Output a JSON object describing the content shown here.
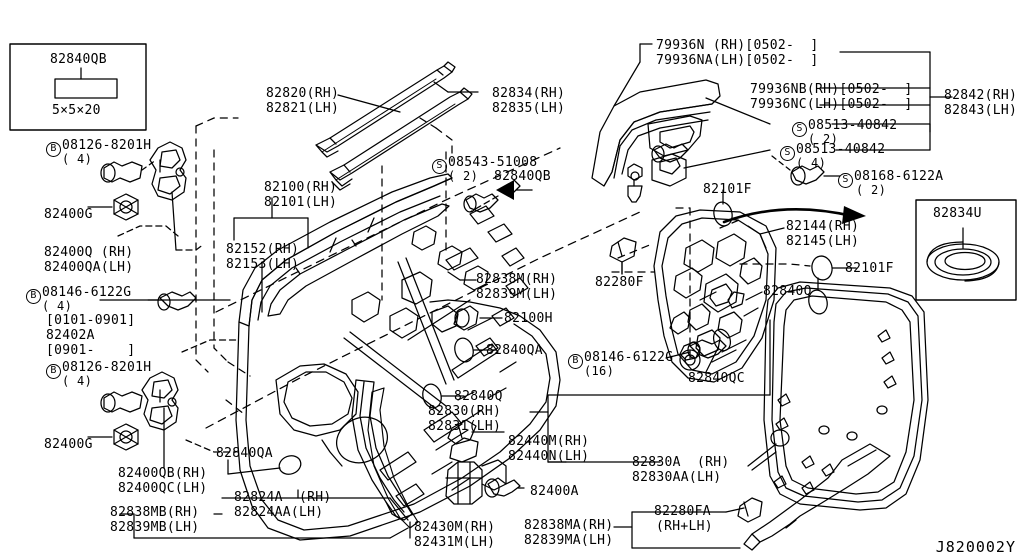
{
  "diagram": {
    "title": "Nissan rear door panel and weatherstrip parts diagram",
    "watermark": "J820002Y",
    "ink": "#000000",
    "background": "#ffffff"
  },
  "inset_boxes": [
    {
      "name": "bolt-spec-box",
      "part": "82840QB",
      "spec": "5×5×20"
    },
    {
      "name": "grommet-box",
      "part": "82834U"
    }
  ],
  "callouts": [
    {
      "id": "c01",
      "prefix": "B",
      "text": "08126-8201H",
      "qty": "( 4)"
    },
    {
      "id": "c02",
      "text": "82400G"
    },
    {
      "id": "c03",
      "text": "82400Q (RH)"
    },
    {
      "id": "c04",
      "text": "82400QA(LH)"
    },
    {
      "id": "c05",
      "prefix": "B",
      "text": "08146-6122G",
      "qty": "( 4)"
    },
    {
      "id": "c06",
      "text": "[0101-0901]"
    },
    {
      "id": "c07",
      "text": "82402A"
    },
    {
      "id": "c08",
      "text": "[0901-    ]"
    },
    {
      "id": "c09",
      "prefix": "B",
      "text": "08126-8201H",
      "qty": "( 4)"
    },
    {
      "id": "c10",
      "text": "82400G"
    },
    {
      "id": "c11",
      "text": "82400QB(RH)"
    },
    {
      "id": "c12",
      "text": "82400QC(LH)"
    },
    {
      "id": "c13",
      "text": "82838MB(RH)"
    },
    {
      "id": "c14",
      "text": "82839MB(LH)"
    },
    {
      "id": "c15",
      "text": "82820(RH)"
    },
    {
      "id": "c16",
      "text": "82821(LH)"
    },
    {
      "id": "c17",
      "text": "82100(RH)"
    },
    {
      "id": "c18",
      "text": "82101(LH)"
    },
    {
      "id": "c19",
      "text": "82152(RH)"
    },
    {
      "id": "c20",
      "text": "82153(LH)"
    },
    {
      "id": "c21",
      "text": "82834(RH)"
    },
    {
      "id": "c22",
      "text": "82835(LH)"
    },
    {
      "id": "c23",
      "prefix": "S",
      "text": "08543-51008",
      "qty": "( 2)"
    },
    {
      "id": "c24",
      "text": "82840QB"
    },
    {
      "id": "c25",
      "text": "82838M(RH)"
    },
    {
      "id": "c26",
      "text": "82839M(LH)"
    },
    {
      "id": "c27",
      "text": "82100H"
    },
    {
      "id": "c28",
      "text": "82840QA"
    },
    {
      "id": "c29",
      "text": "82840Q"
    },
    {
      "id": "c30",
      "text": "82840QA"
    },
    {
      "id": "c31",
      "text": "82824A  (RH)"
    },
    {
      "id": "c32",
      "text": "82824AA(LH)"
    },
    {
      "id": "c33",
      "text": "82430M(RH)"
    },
    {
      "id": "c34",
      "text": "82431M(LH)"
    },
    {
      "id": "c35",
      "text": "82440M(RH)"
    },
    {
      "id": "c36",
      "text": "82440N(LH)"
    },
    {
      "id": "c37",
      "text": "82400A"
    },
    {
      "id": "c38",
      "text": "82838MA(RH)"
    },
    {
      "id": "c39",
      "text": "82839MA(LH)"
    },
    {
      "id": "c40",
      "text": "82830(RH)"
    },
    {
      "id": "c41",
      "text": "82831(LH)"
    },
    {
      "id": "c42",
      "text": "82830A  (RH)"
    },
    {
      "id": "c43",
      "text": "82830AA(LH)"
    },
    {
      "id": "c44",
      "text": "82280FA"
    },
    {
      "id": "c45",
      "text": "(RH+LH)"
    },
    {
      "id": "c46",
      "text": "79936N (RH)[0502-  ]"
    },
    {
      "id": "c47",
      "text": "79936NA(LH)[0502-  ]"
    },
    {
      "id": "c48",
      "text": "79936NB(RH)[0502-  ]"
    },
    {
      "id": "c49",
      "text": "79936NC(LH)[0502-  ]"
    },
    {
      "id": "c50",
      "prefix": "S",
      "text": "08513-40842",
      "qty": "( 2)"
    },
    {
      "id": "c51",
      "prefix": "S",
      "text": "08513-40842",
      "qty": "( 4)"
    },
    {
      "id": "c52",
      "text": "82842(RH)"
    },
    {
      "id": "c53",
      "text": "82843(LH)"
    },
    {
      "id": "c54",
      "prefix": "S",
      "text": "08168-6122A",
      "qty": "( 2)"
    },
    {
      "id": "c55",
      "text": "82101F"
    },
    {
      "id": "c56",
      "text": "82144(RH)"
    },
    {
      "id": "c57",
      "text": "82145(LH)"
    },
    {
      "id": "c58",
      "text": "82101F"
    },
    {
      "id": "c59",
      "text": "82840Q"
    },
    {
      "id": "c60",
      "text": "82280F"
    },
    {
      "id": "c61",
      "prefix": "B",
      "text": "08146-6122G",
      "qty": "(16)"
    },
    {
      "id": "c62",
      "text": "82840QC"
    },
    {
      "id": "c63",
      "text": "82840Q"
    }
  ]
}
